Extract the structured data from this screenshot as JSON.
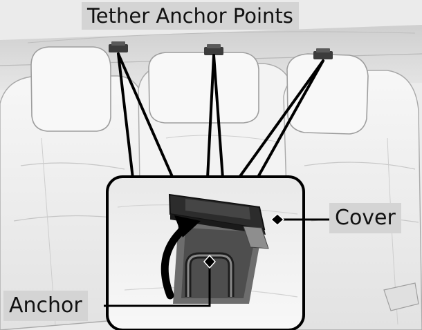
{
  "diagram": {
    "title": "Tether Anchor Points",
    "callouts": {
      "cover": "Cover",
      "anchor": "Anchor"
    }
  }
}
